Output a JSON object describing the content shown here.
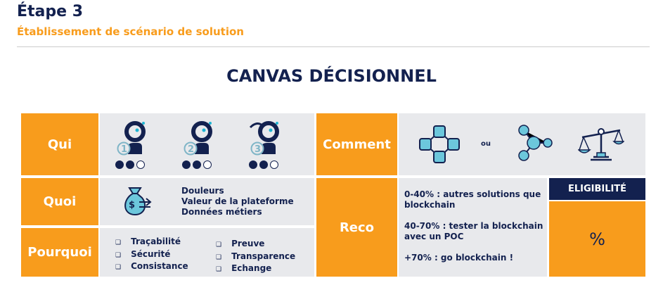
{
  "header": {
    "title": "Étape 3",
    "subtitle": "Établissement de scénario de solution"
  },
  "canvas_title": "CANVAS DÉCISIONNEL",
  "qui": {
    "label": "Qui",
    "personas": [
      {
        "number": "1"
      },
      {
        "number": "2"
      },
      {
        "number": "3"
      }
    ],
    "rating_filled": 2,
    "rating_max": 3
  },
  "quoi": {
    "label": "Quoi",
    "items": [
      "Douleurs",
      "Valeur de la plateforme",
      "Données métiers"
    ]
  },
  "pourquoi": {
    "label": "Pourquoi",
    "col1": [
      "Traçabilité",
      "Sécurité",
      "Consistance"
    ],
    "col2": [
      "Preuve",
      "Transparence",
      "Echange"
    ]
  },
  "comment": {
    "label": "Comment",
    "ou": "ou"
  },
  "reco": {
    "label": "Reco",
    "lines": [
      "0-40% : autres solutions que blockchain",
      "40-70% : tester la blockchain avec un POC",
      "+70% : go blockchain !"
    ]
  },
  "eligibilite": {
    "label": "ELIGIBILITÉ",
    "value": "%"
  },
  "colors": {
    "orange": "#f89c1c",
    "navy": "#13214f",
    "gray": "#e8e9ec",
    "cyan": "#6cc7dc"
  }
}
